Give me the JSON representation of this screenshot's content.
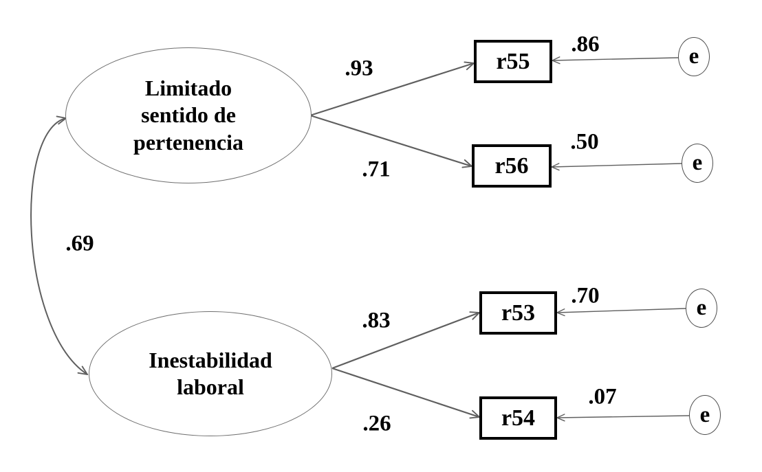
{
  "figure": {
    "type": "sem-path-diagram",
    "latent_variables": [
      {
        "label": "Limitado sentido de pertenencia",
        "lines": [
          "Limitado",
          "sentido de",
          "pertenencia"
        ]
      },
      {
        "label": "Inestabilidad laboral",
        "lines": [
          "Inestabilidad",
          "laboral"
        ]
      }
    ],
    "observed_variables": [
      {
        "label": "r55",
        "factor": "Limitado sentido de pertenencia",
        "loading": ".93",
        "error_value": ".86"
      },
      {
        "label": "r56",
        "factor": "Limitado sentido de pertenencia",
        "loading": ".71",
        "error_value": ".50"
      },
      {
        "label": "r53",
        "factor": "Inestabilidad laboral",
        "loading": ".83",
        "error_value": ".70"
      },
      {
        "label": "r54",
        "factor": "Inestabilidad laboral",
        "loading": ".26",
        "error_value": ".07"
      }
    ],
    "error_label": "e",
    "correlation": {
      "between": [
        "Limitado sentido de pertenencia",
        "Inestabilidad laboral"
      ],
      "value": ".69"
    },
    "line_color": "#5f5f5f",
    "box_border_color": "#000000"
  }
}
